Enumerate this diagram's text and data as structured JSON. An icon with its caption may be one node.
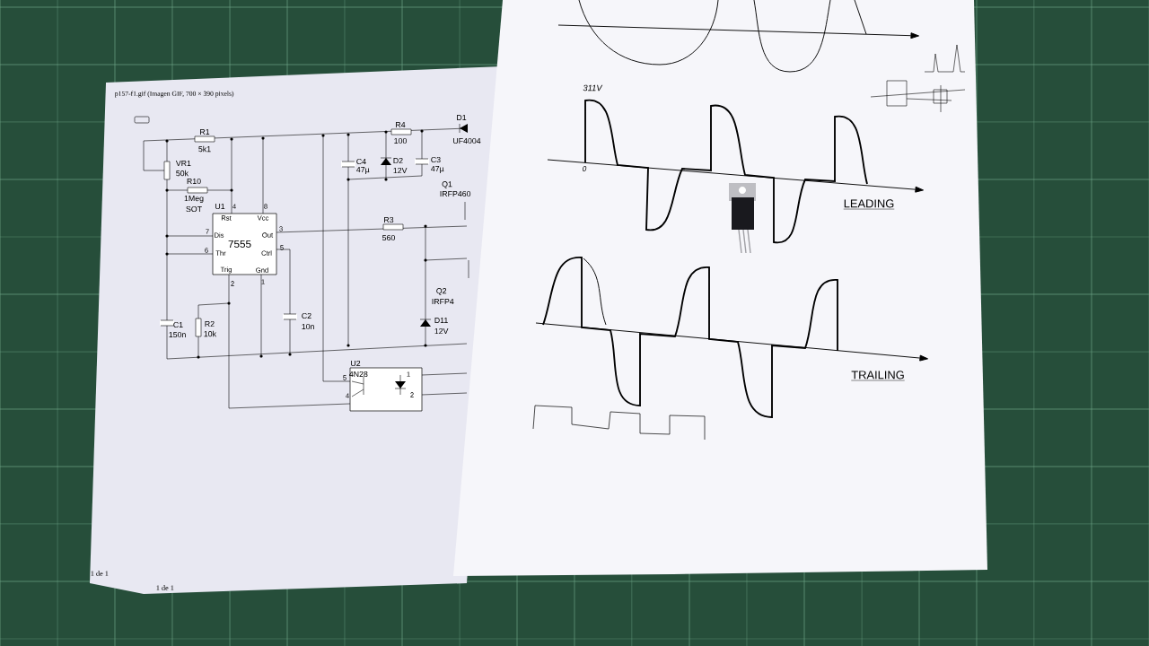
{
  "diagram": {
    "labels": [
      "p157-f1.gif (Imagen GIF, 700 × 390 pixels)",
      "R1",
      "5k1",
      "R4",
      "100",
      "D1",
      "UF4004",
      "VR1",
      "50k",
      "C4",
      "47µ",
      "D2",
      "12V",
      "C3",
      "47µ",
      "R10",
      "1Meg",
      "SOT",
      "Q1",
      "IRFP460",
      "U1",
      "4",
      "8",
      "Rst",
      "Vcc",
      "7",
      "Dis",
      "7555",
      "Out",
      "3",
      "R3",
      "560",
      "6",
      "Thr",
      "Ctrl",
      "5",
      "Trig",
      "Gnd",
      "2",
      "1",
      "Q2",
      "IRFP4",
      "C1",
      "150n",
      "R2",
      "10k",
      "C2",
      "10n",
      "D11",
      "12V",
      "U2",
      "4N28",
      "5",
      "1",
      "4",
      "2",
      "311V",
      "0",
      "LEADING",
      "TRAILING",
      "1 de 1",
      "1 de 1"
    ]
  }
}
